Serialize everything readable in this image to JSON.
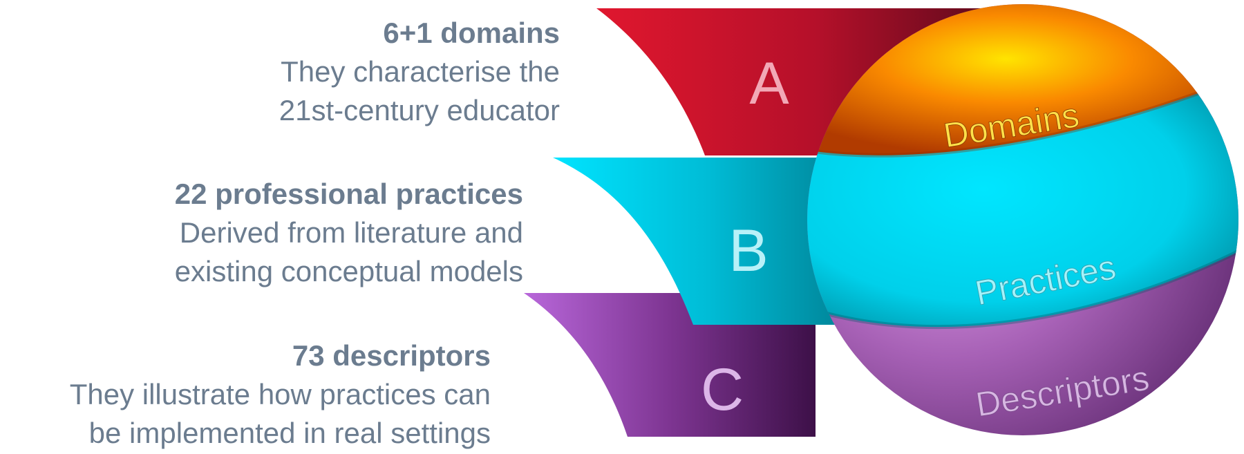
{
  "levels": [
    {
      "letter": "A",
      "title": "6+1 domains",
      "line1": "They characterise the",
      "line2": "21st-century educator",
      "band_label": "Domains",
      "color": "#c8112b"
    },
    {
      "letter": "B",
      "title": "22 professional practices",
      "line1": "Derived from literature and",
      "line2": "existing conceptual models",
      "band_label": "Practices",
      "color": "#00d6ef"
    },
    {
      "letter": "C",
      "title": "73 descriptors",
      "line1": "They illustrate how practices can",
      "line2": "be implemented in real settings",
      "band_label": "Descriptors",
      "color": "#8e3fa6"
    }
  ],
  "sphere_top_color": "#f07a00"
}
